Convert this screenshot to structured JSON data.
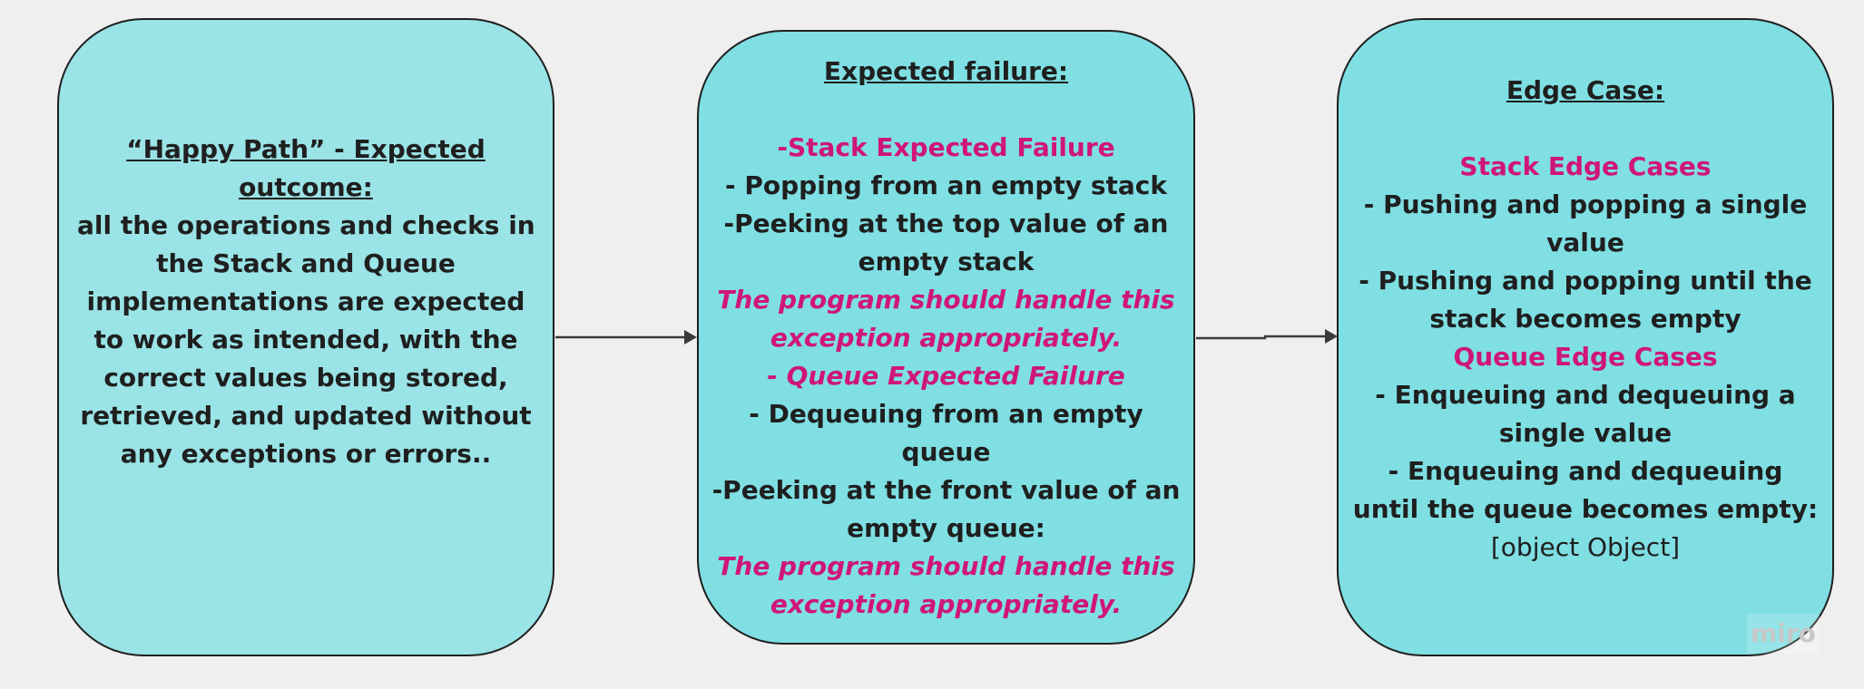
{
  "box1": {
    "heading_line1": "“Happy Path” - Expected ",
    "heading_line2": "outcome:",
    "body_lines": [
      "all the operations and checks in",
      "the Stack and Queue",
      "implementations are expected",
      "to work as intended, with the",
      "correct values being stored,",
      "retrieved, and updated without",
      "any exceptions or errors.."
    ]
  },
  "box2": {
    "heading": "Expected failure:",
    "stack_section_title": "-Stack Expected Failure",
    "stack_items": [
      "- Popping from an empty stack",
      "-Peeking at the top value of an",
      "empty stack"
    ],
    "stack_note_lines": [
      "The program should handle this",
      "exception appropriately."
    ],
    "queue_section_title": "- Queue Expected Failure",
    "queue_items": [
      "- Dequeuing from an empty",
      "queue",
      "-Peeking at the front value of an",
      "empty queue:"
    ],
    "queue_note_lines": [
      "The program should handle this",
      "exception appropriately."
    ]
  },
  "box3": {
    "heading": "Edge Case:",
    "stack_section_title": "Stack Edge Cases",
    "stack_items": [
      "- Pushing and popping a single",
      "value",
      "- Pushing and popping until the",
      "stack becomes empty"
    ],
    "queue_section_title": "Queue Edge Cases",
    "queue_items": [
      "- Enqueuing and dequeuing a",
      "single value",
      "- Enqueuing and dequeuing",
      "until the queue becomes empty:"
    ],
    "trailing_text": "[object Object]"
  },
  "watermark": "miro",
  "colors": {
    "background": "#efefef",
    "box1_fill": "#9ae3e6",
    "box_fill": "#7fdfe3",
    "accent_pink": "#d0157a",
    "text": "#1f1f1f"
  }
}
